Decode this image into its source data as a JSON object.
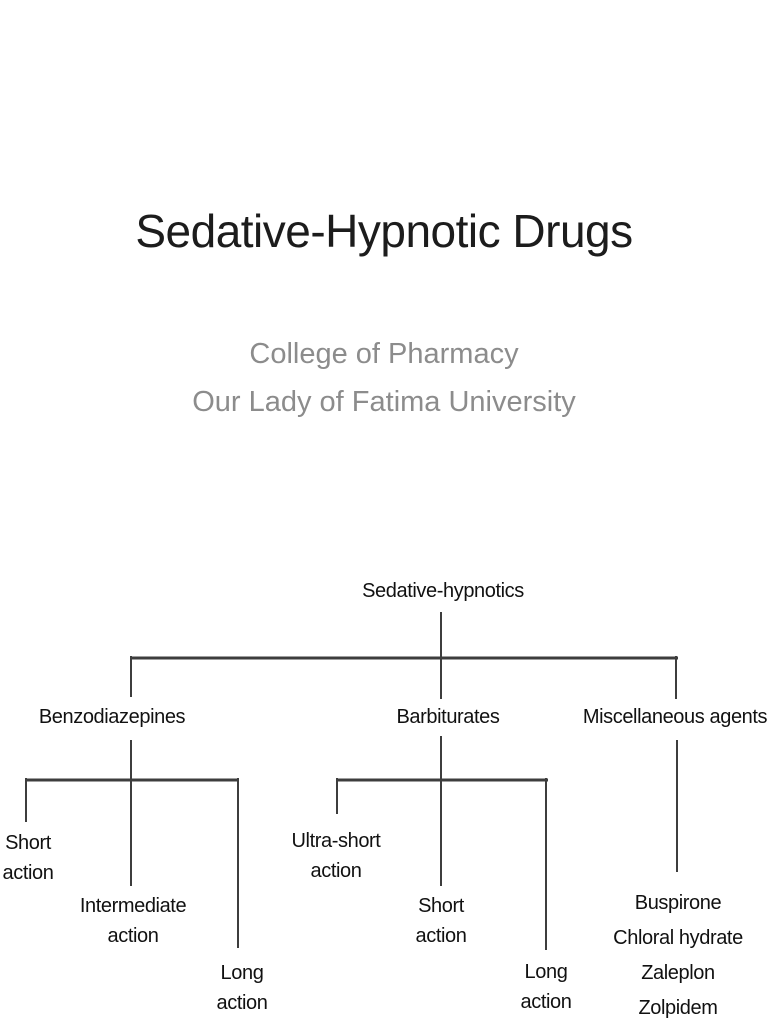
{
  "slide": {
    "title": "Sedative-Hypnotic Drugs",
    "subtitle": [
      "College of Pharmacy",
      "Our Lady of Fatima University"
    ]
  },
  "tree": {
    "root": "Sedative-hypnotics",
    "branches": [
      {
        "label": "Benzodiazepines",
        "children": [
          "Short action",
          "Intermediate action",
          "Long action"
        ]
      },
      {
        "label": "Barbiturates",
        "children": [
          "Ultra-short action",
          "Short action",
          "Long action"
        ]
      },
      {
        "label": "Miscellaneous agents",
        "children": [
          "Buspirone",
          "Chloral hydrate",
          "Zaleplon",
          "Zolpidem"
        ]
      }
    ]
  },
  "colors": {
    "background": "#ffffff",
    "title_text": "#1c1c1c",
    "subtitle_text": "#8c8c8c",
    "diagram_text": "#111111",
    "line": "#3d3d3d"
  }
}
